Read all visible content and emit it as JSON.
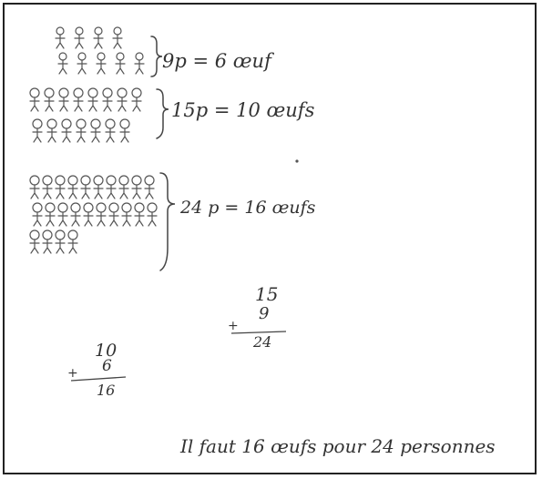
{
  "groups": [
    {
      "people_count": 9,
      "label": "9p = 6 œuf"
    },
    {
      "people_count": 15,
      "label": "15p = 10 œufs"
    },
    {
      "people_count": 24,
      "label": "24 p = 16 œufs"
    }
  ],
  "additions": [
    {
      "top": "15",
      "addend": "9",
      "result": "24"
    },
    {
      "top": "10",
      "addend": "6",
      "result": "16"
    }
  ],
  "conclusion": "Il faut 16 œufs pour 24 personnes",
  "colors": {
    "ink": "#333333",
    "frame": "#222222"
  }
}
